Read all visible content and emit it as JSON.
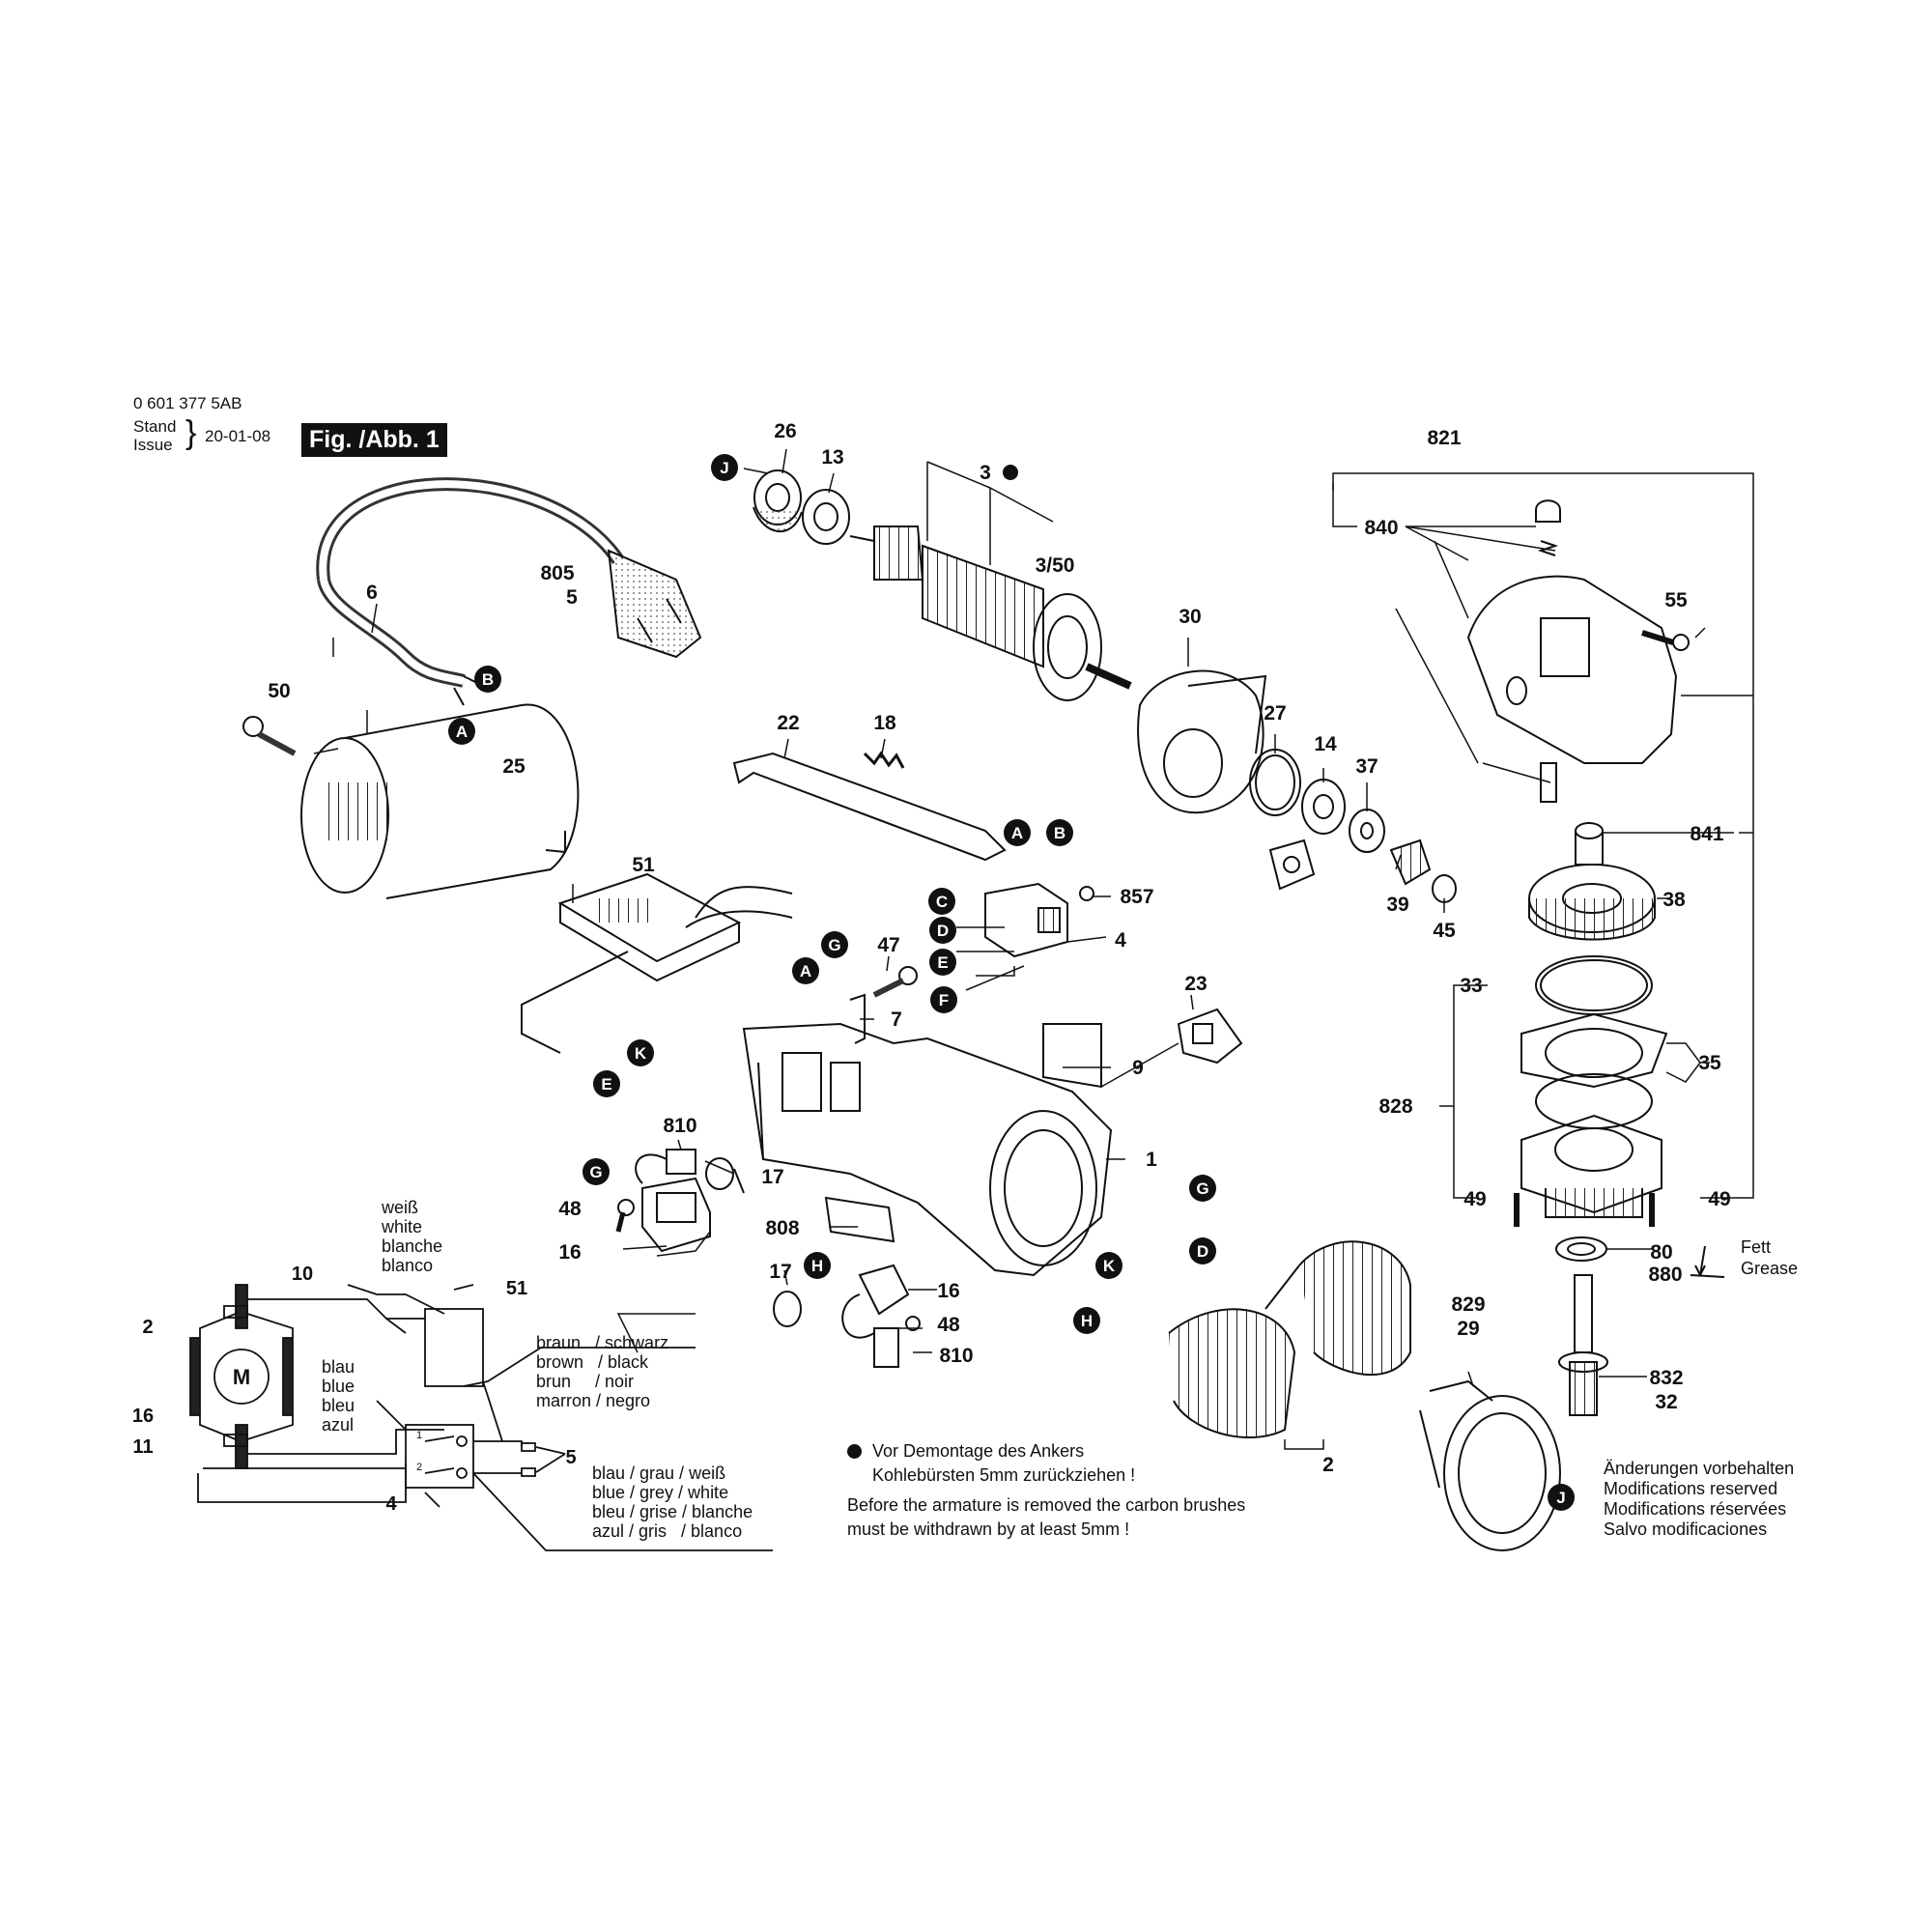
{
  "header": {
    "drawing_number": "0 601 377 5AB",
    "stand_label": "Stand",
    "issue_label": "Issue",
    "date": "20-01-08",
    "figure_label": "Fig. /Abb. 1"
  },
  "callouts": {
    "p26": "26",
    "p13": "13",
    "p3": "3",
    "p3_50": "3/50",
    "p30": "30",
    "p27": "27",
    "p14": "14",
    "p37": "37",
    "p39": "39",
    "p45": "45",
    "p22": "22",
    "p18": "18",
    "p857": "857",
    "p4": "4",
    "p47": "47",
    "p7": "7",
    "p805": "805",
    "p5": "5",
    "p6": "6",
    "p50": "50",
    "p25": "25",
    "p51": "51",
    "p23": "23",
    "p9": "9",
    "p1": "1",
    "p810": "810",
    "p17": "17",
    "p48": "48",
    "p16": "16",
    "p808": "808",
    "p17b": "17",
    "p16b": "16",
    "p48b": "48",
    "p810b": "810",
    "p2": "2",
    "p829": "829",
    "p29": "29",
    "p821": "821",
    "p840": "840",
    "p55": "55",
    "p841": "841",
    "p38": "38",
    "p33": "33",
    "p35": "35",
    "p828": "828",
    "p49a": "49",
    "p49b": "49",
    "p80": "80",
    "p880": "880",
    "p832": "832",
    "p32": "32"
  },
  "connectors": {
    "J": "J",
    "B": "B",
    "A": "A",
    "C": "C",
    "D": "D",
    "E": "E",
    "F": "F",
    "G": "G",
    "K": "K",
    "H": "H"
  },
  "grease_note": {
    "de": "Fett",
    "en": "Grease"
  },
  "armature_note": {
    "de_line1": "Vor Demontage des Ankers",
    "de_line2": "Kohlebürsten 5mm zurückziehen !",
    "en_line1": "Before the armature is removed the carbon brushes",
    "en_line2": "must be withdrawn by at least 5mm !"
  },
  "modifications_note": {
    "de": "Änderungen vorbehalten",
    "en": "Modifications reserved",
    "fr": "Modifications réservées",
    "es": "Salvo modificaciones"
  },
  "wiring": {
    "motor_symbol": "M",
    "white_label": "weiß\nwhite\nblanche\nblanco",
    "blue_label": "blau\nblue\nbleu\nazul",
    "brown_black_label": "braun   / schwarz\nbrown   / black\nbrun     / noir\nmarron / negro",
    "blue_grey_white_label": "blau / grau / weiß\nblue / grey / white\nbleu / grise / blanche\nazul / gris   / blanco",
    "ref_10": "10",
    "ref_2": "2",
    "ref_16": "16",
    "ref_11": "11",
    "ref_51": "51",
    "ref_5": "5",
    "ref_4": "4",
    "switch_1": "1",
    "switch_2": "2"
  }
}
